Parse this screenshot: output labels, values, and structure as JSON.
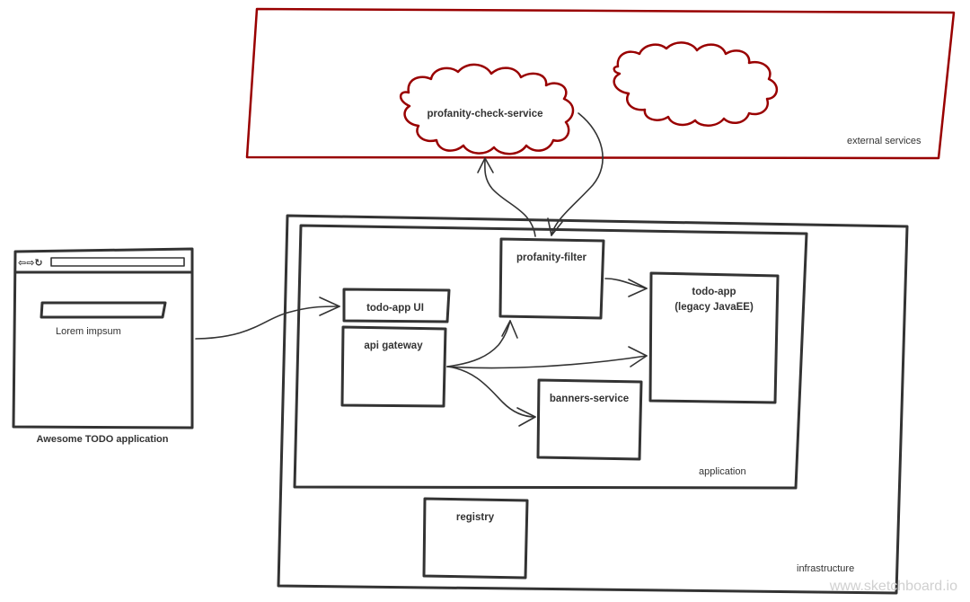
{
  "groups": {
    "external_services": "external services",
    "infrastructure": "infrastructure",
    "application": "application"
  },
  "browser": {
    "content_text": "Lorem impsum",
    "caption": "Awesome TODO application"
  },
  "nodes": {
    "profanity_check_service": "profanity-check-service",
    "profanity_filter": "profanity-filter",
    "todo_app_ui": "todo-app UI",
    "api_gateway": "api gateway",
    "todo_app_line1": "todo-app",
    "todo_app_line2": "(legacy JavaEE)",
    "banners_service": "banners-service",
    "registry": "registry"
  },
  "watermark": "www.sketchboard.io",
  "colors": {
    "stroke": "#333333",
    "external": "#990000"
  }
}
